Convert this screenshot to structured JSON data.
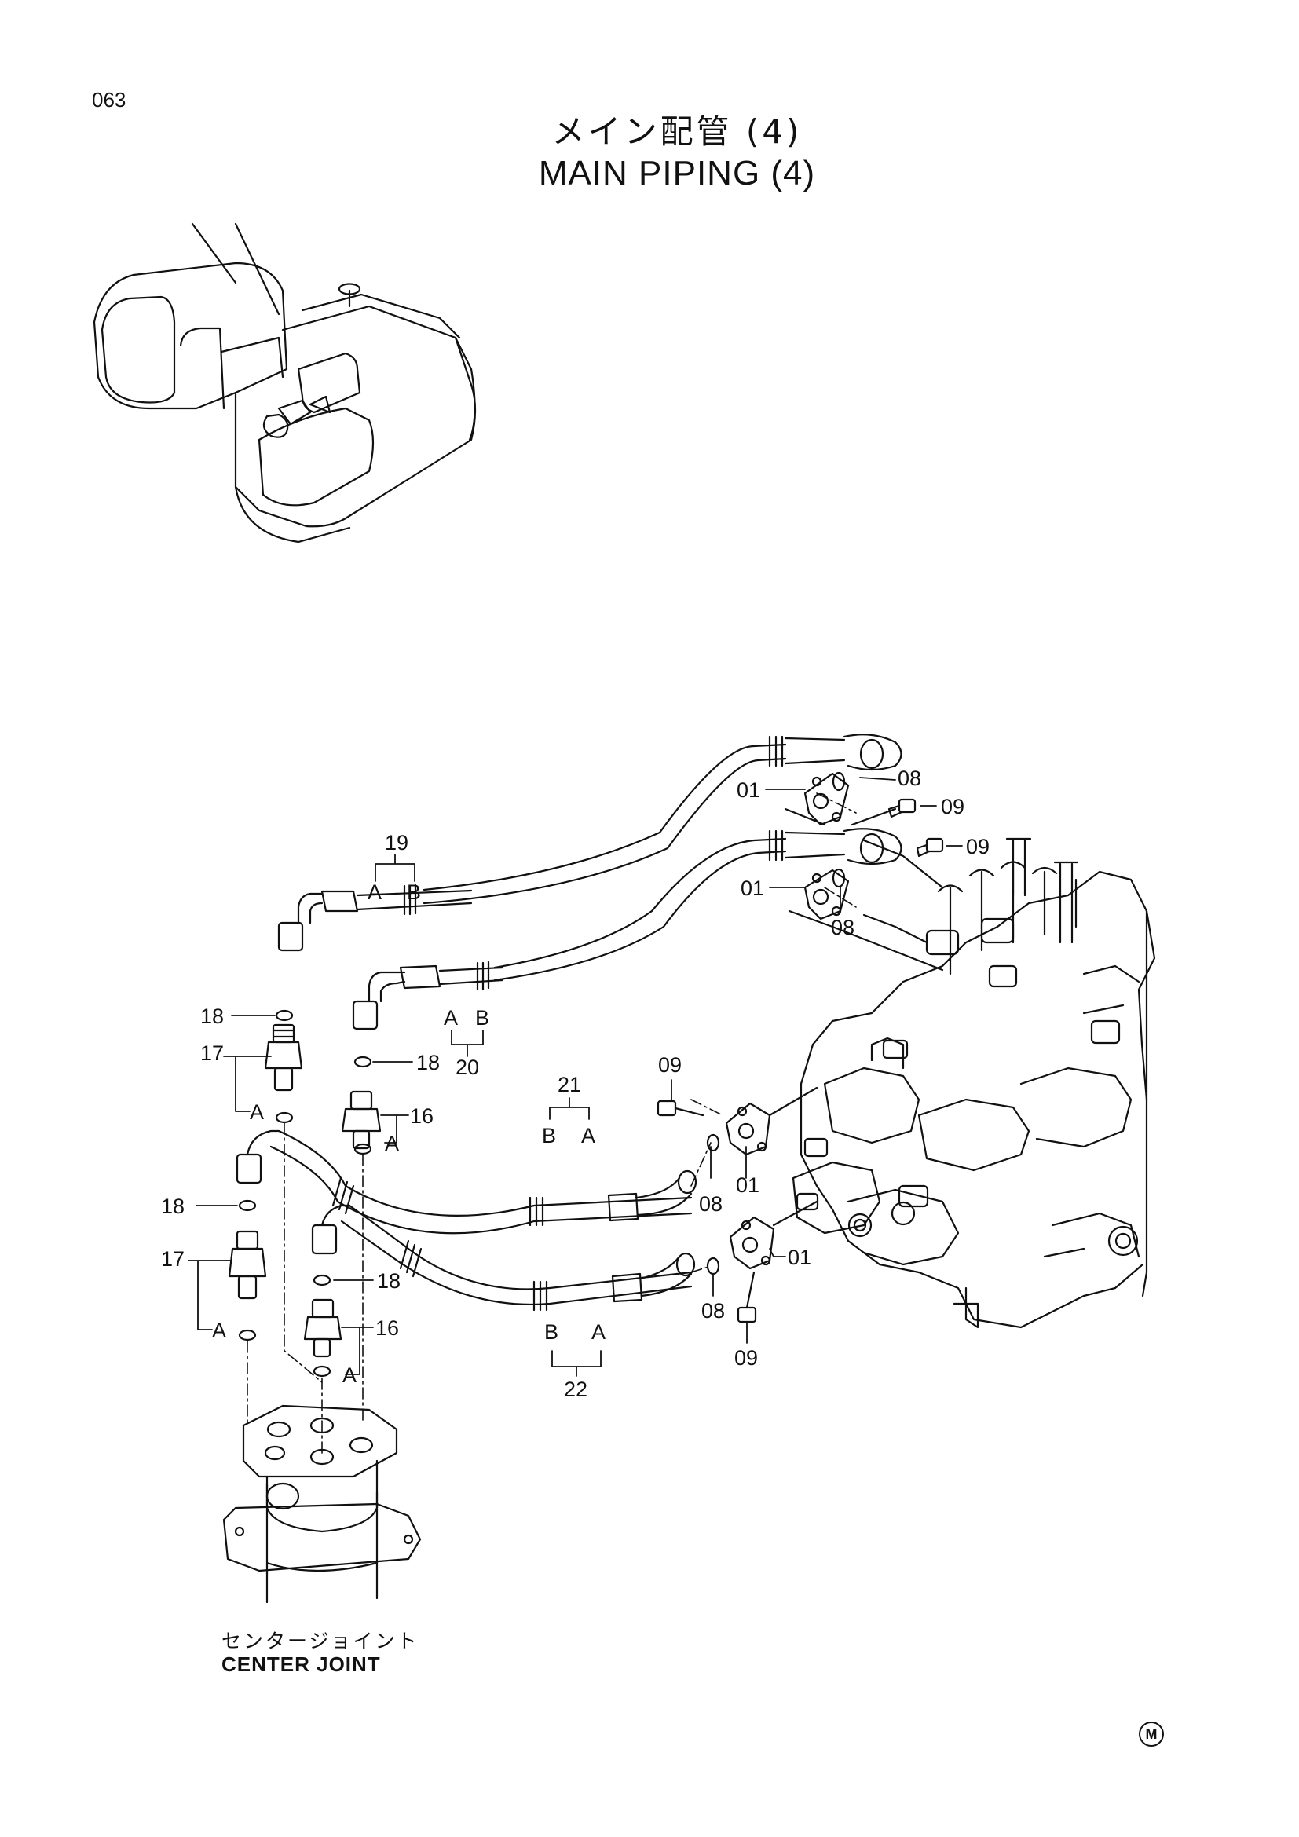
{
  "page_number": "063",
  "title_jp": "メイン配管 (4)",
  "title_en": "MAIN PIPING (4)",
  "center_joint": {
    "label_jp": "センタージョイント",
    "label_en": "CENTER JOINT"
  },
  "mark": "M",
  "callouts": {
    "c01a": "01",
    "c08a": "08",
    "c09a": "09",
    "c09b": "09",
    "c01b": "01",
    "c08b": "08",
    "c19": "19",
    "c19A": "A",
    "c19B": "B",
    "c18a": "18",
    "c17a": "17",
    "c17aA": "A",
    "c20A": "A",
    "c20B": "B",
    "c20": "20",
    "c18b": "18",
    "c16a": "16",
    "c16aA": "A",
    "c21": "21",
    "c21B": "B",
    "c21A": "A",
    "c09c": "09",
    "c08c": "08",
    "c01c": "01",
    "c18c": "18",
    "c17b": "17",
    "c17bA": "A",
    "c18d": "18",
    "c16b": "16",
    "c16bA": "A",
    "c22B": "B",
    "c22A": "A",
    "c22": "22",
    "c01d": "01",
    "c08d": "08",
    "c09d": "09"
  }
}
